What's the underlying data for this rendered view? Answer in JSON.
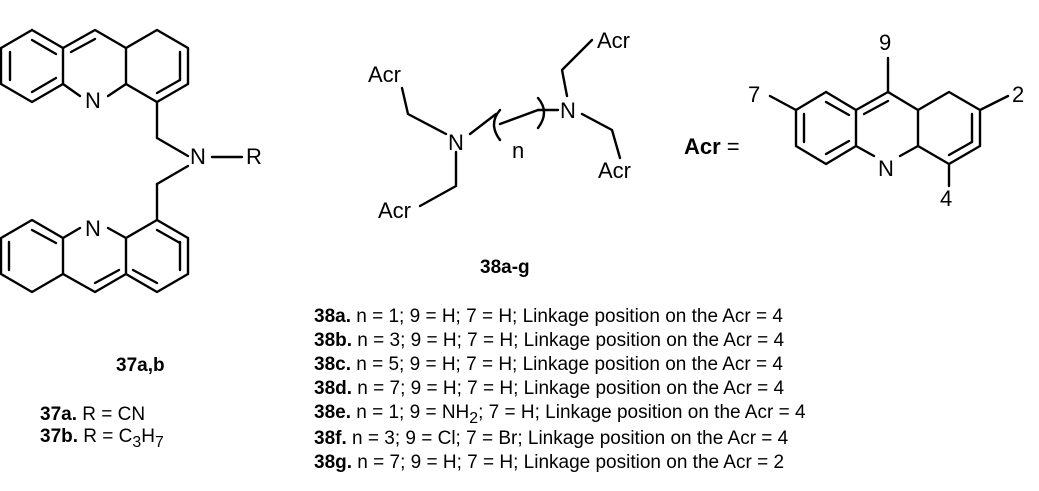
{
  "compound37": {
    "caption": "37a,b",
    "atoms": {
      "n_ring_top": "N",
      "n_ring_bottom": "N",
      "n_amine": "N",
      "r": "R"
    },
    "definitions": [
      {
        "id": "37a.",
        "text": " R = CN"
      },
      {
        "id": "37b.",
        "text": " R = C",
        "sub1": "3",
        "mid": "H",
        "sub2": "7"
      }
    ]
  },
  "compound38": {
    "caption": "38a-g",
    "atoms": {
      "acr_top_left": "Acr",
      "acr_top_right": "Acr",
      "acr_bottom_left": "Acr",
      "acr_bottom_right": "Acr",
      "n_left": "N",
      "n_right": "N",
      "n_sub": "n"
    },
    "definitions": [
      {
        "id": "38a.",
        "text": " n = 1; 9 = H; 7 = H; Linkage position on the Acr = 4"
      },
      {
        "id": "38b.",
        "text": " n = 3; 9 = H; 7 = H; Linkage position on the Acr = 4"
      },
      {
        "id": "38c.",
        "text": " n = 5; 9 = H; 7 = H; Linkage position on the Acr = 4"
      },
      {
        "id": "38d.",
        "text": " n = 7; 9 = H; 7 = H; Linkage position on the Acr = 4"
      },
      {
        "id": "38e.",
        "pre": " n = 1; 9 = NH",
        "sub": "2",
        "post": "; 7 = H; Linkage position on the Acr = 4"
      },
      {
        "id": "38f.",
        "text": " n = 3; 9 = Cl; 7 = Br; Linkage position on the Acr = 4"
      },
      {
        "id": "38g.",
        "text": " n = 7; 9 = H; 7 = H; Linkage position on the Acr = 2"
      }
    ]
  },
  "acr": {
    "label": "Acr",
    "equals": " =",
    "atoms": {
      "n": "N",
      "pos9": "9",
      "pos7": "7",
      "pos2": "2",
      "pos4": "4"
    }
  }
}
